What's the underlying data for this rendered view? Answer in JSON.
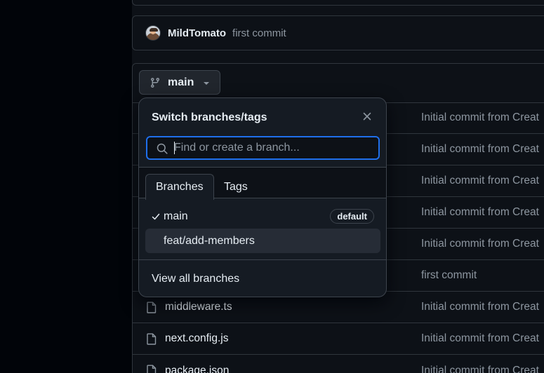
{
  "commit": {
    "author": "MildTomato",
    "message": "first commit"
  },
  "branch_button": {
    "label": "main"
  },
  "files": [
    {
      "name": "",
      "commit": "Initial commit from Creat"
    },
    {
      "name": "",
      "commit": "Initial commit from Creat"
    },
    {
      "name": "",
      "commit": "Initial commit from Creat"
    },
    {
      "name": "",
      "commit": "Initial commit from Creat"
    },
    {
      "name": "",
      "commit": "Initial commit from Creat"
    },
    {
      "name": "",
      "commit": "first commit"
    },
    {
      "name": "middleware.ts",
      "commit": "Initial commit from Creat"
    },
    {
      "name": "next.config.js",
      "commit": "Initial commit from Creat"
    },
    {
      "name": "package.json",
      "commit": "Initial commit from Creat"
    }
  ],
  "dropdown": {
    "title": "Switch branches/tags",
    "search_placeholder": "Find or create a branch...",
    "tabs": {
      "branches": "Branches",
      "tags": "Tags"
    },
    "branches": [
      {
        "name": "main",
        "selected": true,
        "badge": "default"
      },
      {
        "name": "feat/add-members",
        "selected": false,
        "badge": ""
      }
    ],
    "footer_link": "View all branches"
  },
  "colors": {
    "accent_focus": "#1f6feb",
    "bg_canvas": "#0d1117",
    "bg_overlay": "#151b23",
    "border": "#30363d",
    "muted_text": "#8d96a0"
  }
}
